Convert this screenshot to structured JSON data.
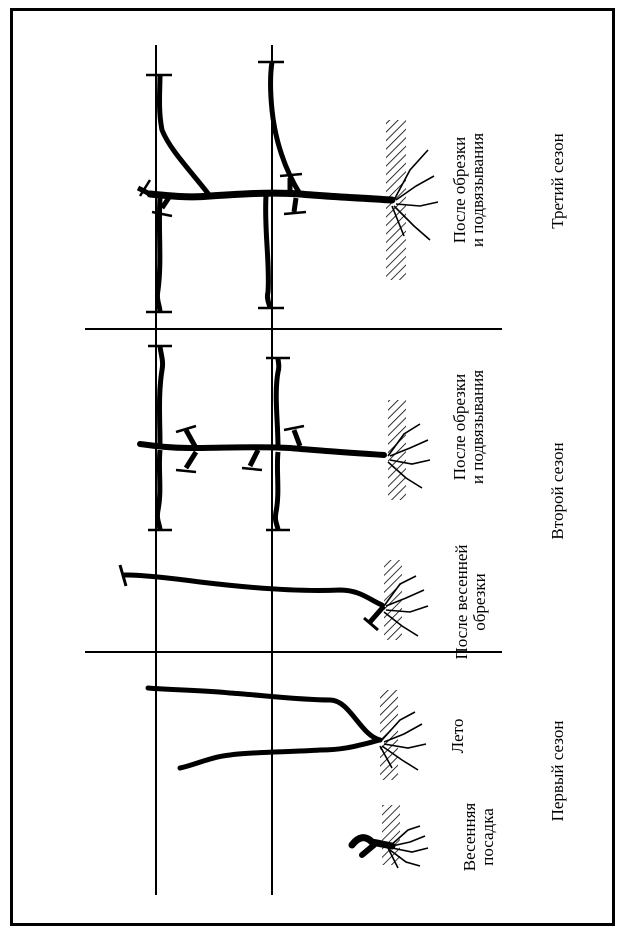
{
  "labels": {
    "spring_planting": "Весенняя\nпосадка",
    "summer": "Лето",
    "after_spring_pruning": "После весенней\nобрезки",
    "after_pruning_2": "После обрезки\nи подвязывания",
    "after_pruning_3": "После обрезки\nи подвязывания"
  },
  "seasons": {
    "first": "Первый сезон",
    "second": "Второй сезон",
    "third": "Третий сезон"
  }
}
